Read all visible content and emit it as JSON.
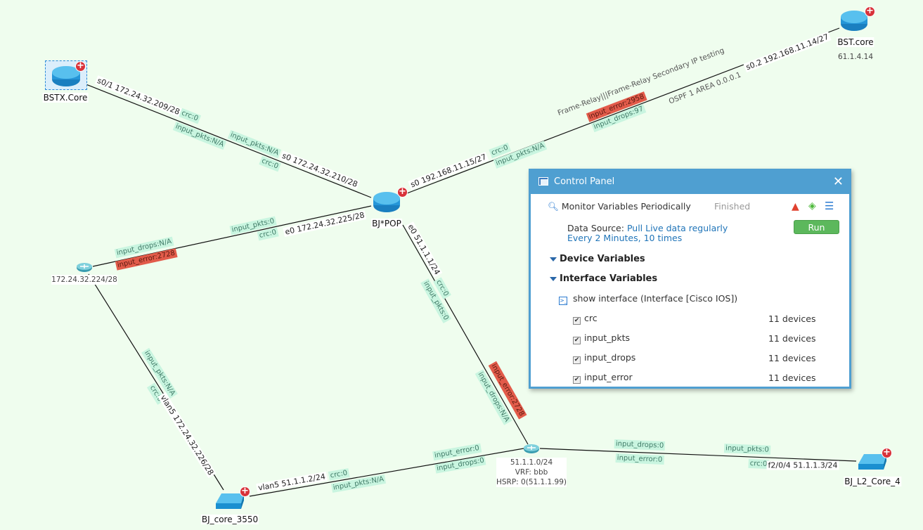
{
  "devices": {
    "bstx": {
      "name": "BSTX.Core"
    },
    "bjpop": {
      "name": "BJ*POP"
    },
    "bst": {
      "name": "BST.core",
      "ip": "61.1.4.14"
    },
    "subnet224": {
      "name": "172.24.32.224/28"
    },
    "bjcore3550": {
      "name": "BJ_core_3550"
    },
    "subnet51": {
      "name": "51.1.1.0/24",
      "vrf": "VRF: bbb",
      "hsrp": "HSRP: 0(51.1.1.99)"
    },
    "bjl2": {
      "name": "BJ_L2_Core_4"
    }
  },
  "links": {
    "bstx_bjpop": [
      "s0/1 172.24.32.209/28",
      "crc:0",
      "input_pkts:N/A",
      "input_pkts:N/A",
      "crc:0",
      "s0 172.24.32.210/28"
    ],
    "bjpop_sub224": [
      "input_pkts:0",
      "crc:0",
      "e0 172.24.32.225/28",
      "input_drops:N/A",
      "input_error:2728"
    ],
    "bjpop_bst": [
      "s0 192.168.11.15/27",
      "crc:0",
      "input_pkts:N/A",
      "Frame-Relay|||Frame-Relay Secondary IP testing",
      "input_error:2958",
      "input_drops:97",
      "OSPF 1 AREA 0.0.0.1",
      "s0.2 192.168.11.14/27"
    ],
    "bjpop_sub51": [
      "e0 51.1.1.1/24",
      "crc:0",
      "input_pkts:0",
      "input_error:2728",
      "input_drops:N/A"
    ],
    "sub224_core": [
      "input_pkts:N/A",
      "crc:0",
      "vlan5 172.24.32.226/28"
    ],
    "core_sub51": [
      "vlan5 51.1.1.2/24",
      "crc:0",
      "input_pkts:N/A",
      "input_error:0",
      "input_drops:0"
    ],
    "sub51_l2": [
      "input_drops:0",
      "input_error:0",
      "input_pkts:0",
      "crc:0",
      "f2/0/4 51.1.1.3/24"
    ]
  },
  "panel": {
    "title": "Control Panel",
    "task": "Monitor Variables Periodically",
    "status": "Finished",
    "source_label": "Data Source:",
    "source_value": "Pull Live data regularly",
    "schedule": "Every 2 Minutes, 10 times",
    "run": "Run",
    "device_vars": "Device Variables",
    "interface_vars": "Interface Variables",
    "command": "show interface (Interface [Cisco IOS])",
    "variables": [
      {
        "name": "crc",
        "count": "11 devices",
        "checked": true
      },
      {
        "name": "input_pkts",
        "count": "11 devices",
        "checked": true
      },
      {
        "name": "input_drops",
        "count": "11 devices",
        "checked": true
      },
      {
        "name": "input_error",
        "count": "11 devices",
        "checked": true
      }
    ]
  },
  "colors": {
    "background": "#effdee",
    "panel_header": "#4f9fd1",
    "error": "#e25b4a",
    "run": "#5cb85c"
  }
}
